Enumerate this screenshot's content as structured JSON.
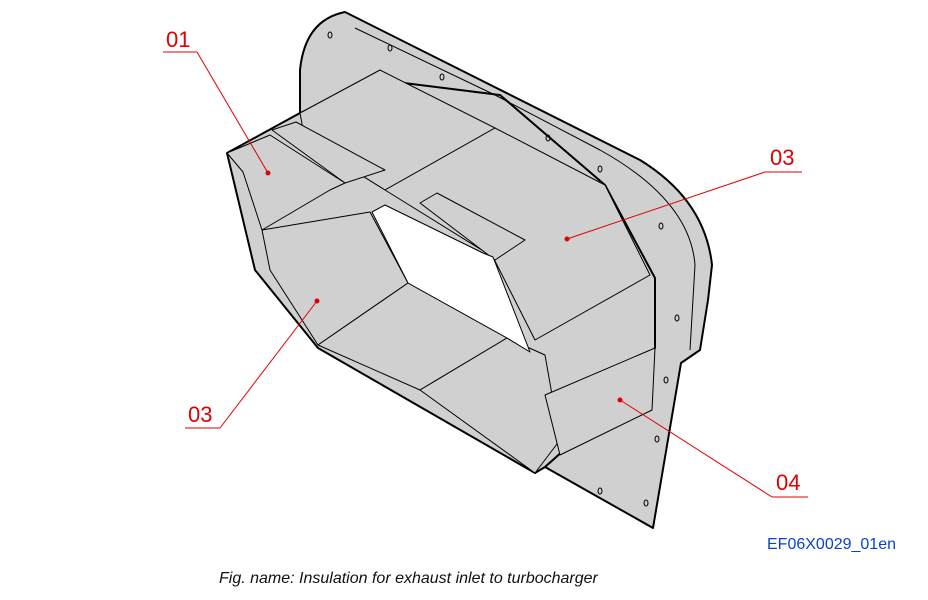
{
  "figure": {
    "callouts": [
      "01",
      "03",
      "03",
      "04"
    ],
    "drawing_code": "EF06X0029_01en",
    "caption": "Fig. name: Insulation for exhaust inlet to turbocharger"
  },
  "colors": {
    "part_fill": "#d0d0d0",
    "callout": "#e00000",
    "code": "#0a3fd6"
  }
}
